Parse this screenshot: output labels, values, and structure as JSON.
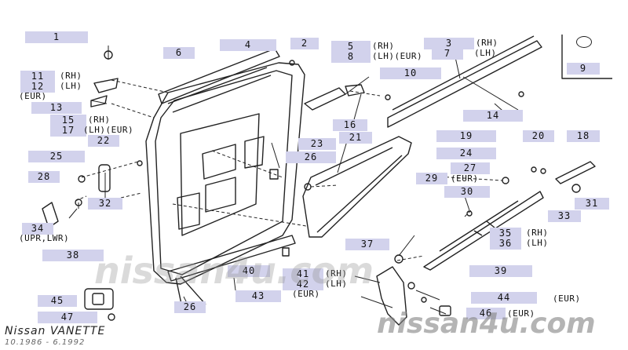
{
  "model": "Nissan VANETTE",
  "dates": "10.1986 - 6.1992",
  "watermark_left": "nissan4u.com",
  "watermark_right": "nissan4u.com",
  "colors": {
    "label_bg": "#d2d2ec",
    "ink": "#111111",
    "watermark": "#9a9a9a"
  },
  "icons": [
    "key-icon"
  ],
  "parts": [
    {
      "id": "p1",
      "n": "1"
    },
    {
      "id": "p2",
      "n": "2"
    },
    {
      "id": "p3",
      "n": "3"
    },
    {
      "id": "p4",
      "n": "4"
    },
    {
      "id": "p5",
      "n": "5"
    },
    {
      "id": "p6",
      "n": "6"
    },
    {
      "id": "p7",
      "n": "7"
    },
    {
      "id": "p8",
      "n": "8"
    },
    {
      "id": "p9",
      "n": "9"
    },
    {
      "id": "p10",
      "n": "10"
    },
    {
      "id": "p11",
      "n": "11"
    },
    {
      "id": "p12",
      "n": "12"
    },
    {
      "id": "p13",
      "n": "13"
    },
    {
      "id": "p14",
      "n": "14"
    },
    {
      "id": "p15",
      "n": "15"
    },
    {
      "id": "p16",
      "n": "16"
    },
    {
      "id": "p17",
      "n": "17"
    },
    {
      "id": "p18",
      "n": "18"
    },
    {
      "id": "p19",
      "n": "19"
    },
    {
      "id": "p20",
      "n": "20"
    },
    {
      "id": "p21",
      "n": "21"
    },
    {
      "id": "p22",
      "n": "22"
    },
    {
      "id": "p23",
      "n": "23"
    },
    {
      "id": "p24",
      "n": "24"
    },
    {
      "id": "p25",
      "n": "25"
    },
    {
      "id": "p26a",
      "n": "26"
    },
    {
      "id": "p26b",
      "n": "26"
    },
    {
      "id": "p27",
      "n": "27"
    },
    {
      "id": "p28",
      "n": "28"
    },
    {
      "id": "p29",
      "n": "29"
    },
    {
      "id": "p30",
      "n": "30"
    },
    {
      "id": "p31",
      "n": "31"
    },
    {
      "id": "p32",
      "n": "32"
    },
    {
      "id": "p33",
      "n": "33"
    },
    {
      "id": "p34",
      "n": "34"
    },
    {
      "id": "p35",
      "n": "35"
    },
    {
      "id": "p36",
      "n": "36"
    },
    {
      "id": "p37",
      "n": "37"
    },
    {
      "id": "p38",
      "n": "38"
    },
    {
      "id": "p39",
      "n": "39"
    },
    {
      "id": "p40",
      "n": "40"
    },
    {
      "id": "p41",
      "n": "41"
    },
    {
      "id": "p42",
      "n": "42"
    },
    {
      "id": "p43",
      "n": "43"
    },
    {
      "id": "p44",
      "n": "44"
    },
    {
      "id": "p45",
      "n": "45"
    },
    {
      "id": "p46",
      "n": "46"
    },
    {
      "id": "p47",
      "n": "47"
    }
  ],
  "notes": {
    "n11": "(RH)",
    "n12": "(LH)",
    "n12b": "(EUR)",
    "n15": "(RH)",
    "n17": "(LH)(EUR)",
    "n5": "(RH)",
    "n8": "(LH)(EUR)",
    "n3": "(RH)",
    "n7": "(LH)",
    "n27": "(EUR)",
    "n34": "(UPR,LWR)",
    "n35": "(RH)",
    "n36": "(LH)",
    "n41": "(RH)",
    "n42": "(LH)",
    "n42b": "(EUR)",
    "n44": "(EUR)",
    "n46": "(EUR)"
  }
}
